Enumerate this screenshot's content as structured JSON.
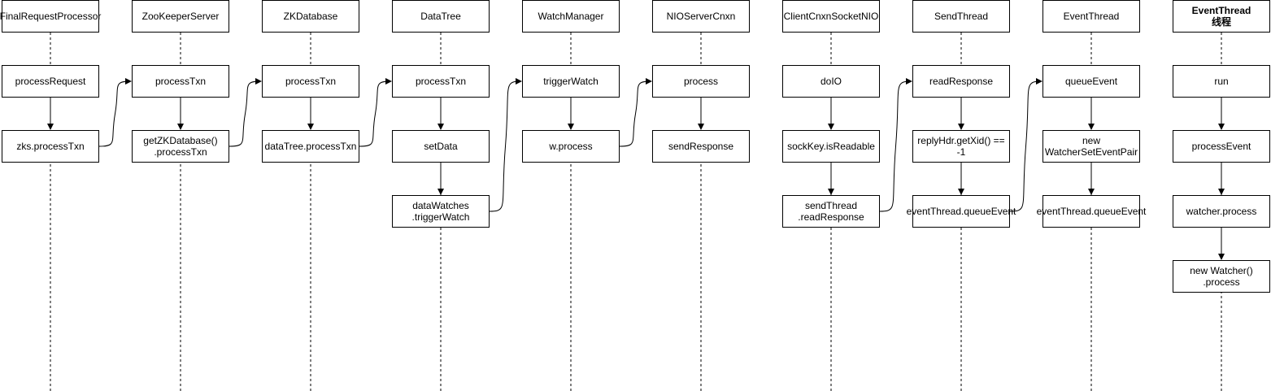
{
  "diagram": {
    "lifelines": [
      {
        "id": "frp",
        "header": "FinalRequestProcessor",
        "steps": [
          "processRequest",
          "zks.processTxn"
        ]
      },
      {
        "id": "zks",
        "header": "ZooKeeperServer",
        "steps": [
          "processTxn",
          "getZKDatabase()\n.processTxn"
        ]
      },
      {
        "id": "zkdb",
        "header": "ZKDatabase",
        "steps": [
          "processTxn",
          "dataTree.processTxn"
        ]
      },
      {
        "id": "dt",
        "header": "DataTree",
        "steps": [
          "processTxn",
          "setData",
          "dataWatches\n.triggerWatch"
        ]
      },
      {
        "id": "wm",
        "header": "WatchManager",
        "steps": [
          "triggerWatch",
          "w.process"
        ]
      },
      {
        "id": "nio",
        "header": "NIOServerCnxn",
        "steps": [
          "process",
          "sendResponse"
        ]
      },
      {
        "id": "cc",
        "header": "ClientCnxnSocketNIO",
        "steps": [
          "doIO",
          "sockKey.isReadable",
          "sendThread\n.readResponse"
        ]
      },
      {
        "id": "st",
        "header": "SendThread",
        "steps": [
          "readResponse",
          "replyHdr.getXid() ==\n-1",
          "eventThread.queueEvent"
        ]
      },
      {
        "id": "et",
        "header": "EventThread",
        "steps": [
          "queueEvent",
          "new\nWatcherSetEventPair",
          "eventThread.queueEvent"
        ]
      },
      {
        "id": "etr",
        "header": "EventThread\n线程",
        "header_bold": true,
        "steps": [
          "run",
          "processEvent",
          "watcher.process",
          "new Watcher()\n.process"
        ]
      }
    ],
    "calls": [
      {
        "from": "frp",
        "from_step": 1,
        "to": "zks",
        "to_step": 0
      },
      {
        "from": "zks",
        "from_step": 1,
        "to": "zkdb",
        "to_step": 0
      },
      {
        "from": "zkdb",
        "from_step": 1,
        "to": "dt",
        "to_step": 0
      },
      {
        "from": "dt",
        "from_step": 2,
        "to": "wm",
        "to_step": 0
      },
      {
        "from": "wm",
        "from_step": 1,
        "to": "nio",
        "to_step": 0
      },
      {
        "from": "cc",
        "from_step": 2,
        "to": "st",
        "to_step": 0
      },
      {
        "from": "st",
        "from_step": 2,
        "to": "et",
        "to_step": 0
      }
    ],
    "colors": {
      "stroke": "#000000",
      "fill": "#ffffff",
      "text": "#000000",
      "background": "#ffffff"
    }
  }
}
